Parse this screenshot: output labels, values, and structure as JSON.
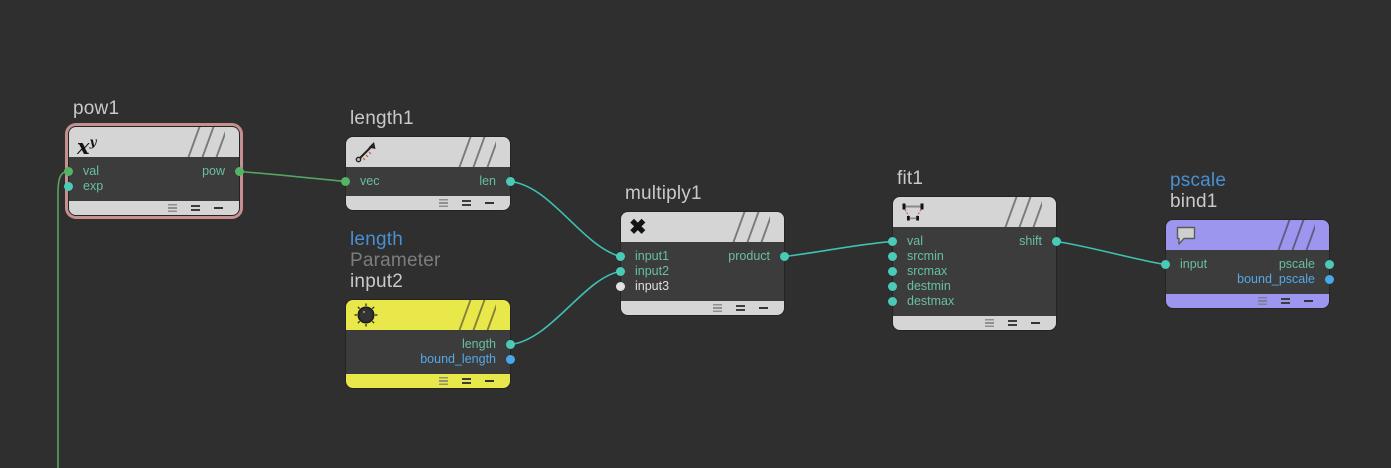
{
  "app": "node-network-editor",
  "colors": {
    "background": "#2e2f2e",
    "node_body": "#3c3c3c",
    "header_gray": "#d5d5d5",
    "header_yellow": "#e9e84b",
    "header_purple": "#9d96ef",
    "selected_border": "#c79090",
    "wire_green": "#55a562",
    "wire_teal": "#3fc1b3",
    "port_green": "#55b365",
    "port_teal": "#4bcab7",
    "port_blue": "#46a9e9",
    "port_white": "#e2e2e2",
    "label_teal": "#69bf9f",
    "label_blue": "#54a8e8",
    "title_light": "#c9c9c9",
    "title_blue": "#4a8fd2",
    "title_gray": "#7d7d7d"
  },
  "nodes": [
    {
      "name": "pow1",
      "selected": true,
      "icon": "pow-icon",
      "title_lines": [
        {
          "text": "pow1",
          "style": "light"
        }
      ],
      "inputs": [
        {
          "label": "val",
          "type": "green"
        },
        {
          "label": "exp",
          "type": "teal"
        }
      ],
      "outputs": [
        {
          "label": "pow",
          "type": "green"
        }
      ]
    },
    {
      "name": "length1",
      "selected": false,
      "icon": "length-icon",
      "title_lines": [
        {
          "text": "length1",
          "style": "light"
        }
      ],
      "inputs": [
        {
          "label": "vec",
          "type": "green"
        }
      ],
      "outputs": [
        {
          "label": "len",
          "type": "teal"
        }
      ]
    },
    {
      "name": "input2",
      "selected": false,
      "icon": "parameter-knob-icon",
      "title_lines": [
        {
          "text": "length",
          "style": "blue"
        },
        {
          "text": "Parameter",
          "style": "dim"
        },
        {
          "text": "input2",
          "style": "light"
        }
      ],
      "inputs": [],
      "outputs": [
        {
          "label": "length",
          "type": "teal"
        },
        {
          "label": "bound_length",
          "type": "blue"
        }
      ]
    },
    {
      "name": "multiply1",
      "selected": false,
      "icon": "multiply-icon",
      "title_lines": [
        {
          "text": "multiply1",
          "style": "light"
        }
      ],
      "inputs": [
        {
          "label": "input1",
          "type": "teal"
        },
        {
          "label": "input2",
          "type": "teal"
        },
        {
          "label": "input3",
          "type": "white"
        }
      ],
      "outputs": [
        {
          "label": "product",
          "type": "teal"
        }
      ]
    },
    {
      "name": "fit1",
      "selected": false,
      "icon": "fit-range-icon",
      "title_lines": [
        {
          "text": "fit1",
          "style": "light"
        }
      ],
      "inputs": [
        {
          "label": "val",
          "type": "teal"
        },
        {
          "label": "srcmin",
          "type": "teal"
        },
        {
          "label": "srcmax",
          "type": "teal"
        },
        {
          "label": "destmin",
          "type": "teal"
        },
        {
          "label": "destmax",
          "type": "teal"
        }
      ],
      "outputs": [
        {
          "label": "shift",
          "type": "teal"
        }
      ]
    },
    {
      "name": "bind1",
      "selected": false,
      "icon": "bind-bubble-icon",
      "title_lines": [
        {
          "text": "pscale",
          "style": "blue"
        },
        {
          "text": "bind1",
          "style": "light"
        }
      ],
      "inputs": [
        {
          "label": "input",
          "type": "teal"
        }
      ],
      "outputs": [
        {
          "label": "pscale",
          "type": "teal"
        },
        {
          "label": "bound_pscale",
          "type": "blue"
        }
      ]
    }
  ],
  "wires": [
    {
      "name": "wire-offscreen-to-pow1-val",
      "color": "green"
    },
    {
      "name": "wire-pow1-pow-to-length1-vec",
      "color": "green"
    },
    {
      "name": "wire-length1-len-to-multiply1-input1",
      "color": "teal"
    },
    {
      "name": "wire-input2-length-to-multiply1-input2",
      "color": "teal"
    },
    {
      "name": "wire-multiply1-product-to-fit1-val",
      "color": "teal"
    },
    {
      "name": "wire-fit1-shift-to-bind1-input",
      "color": "teal"
    }
  ]
}
